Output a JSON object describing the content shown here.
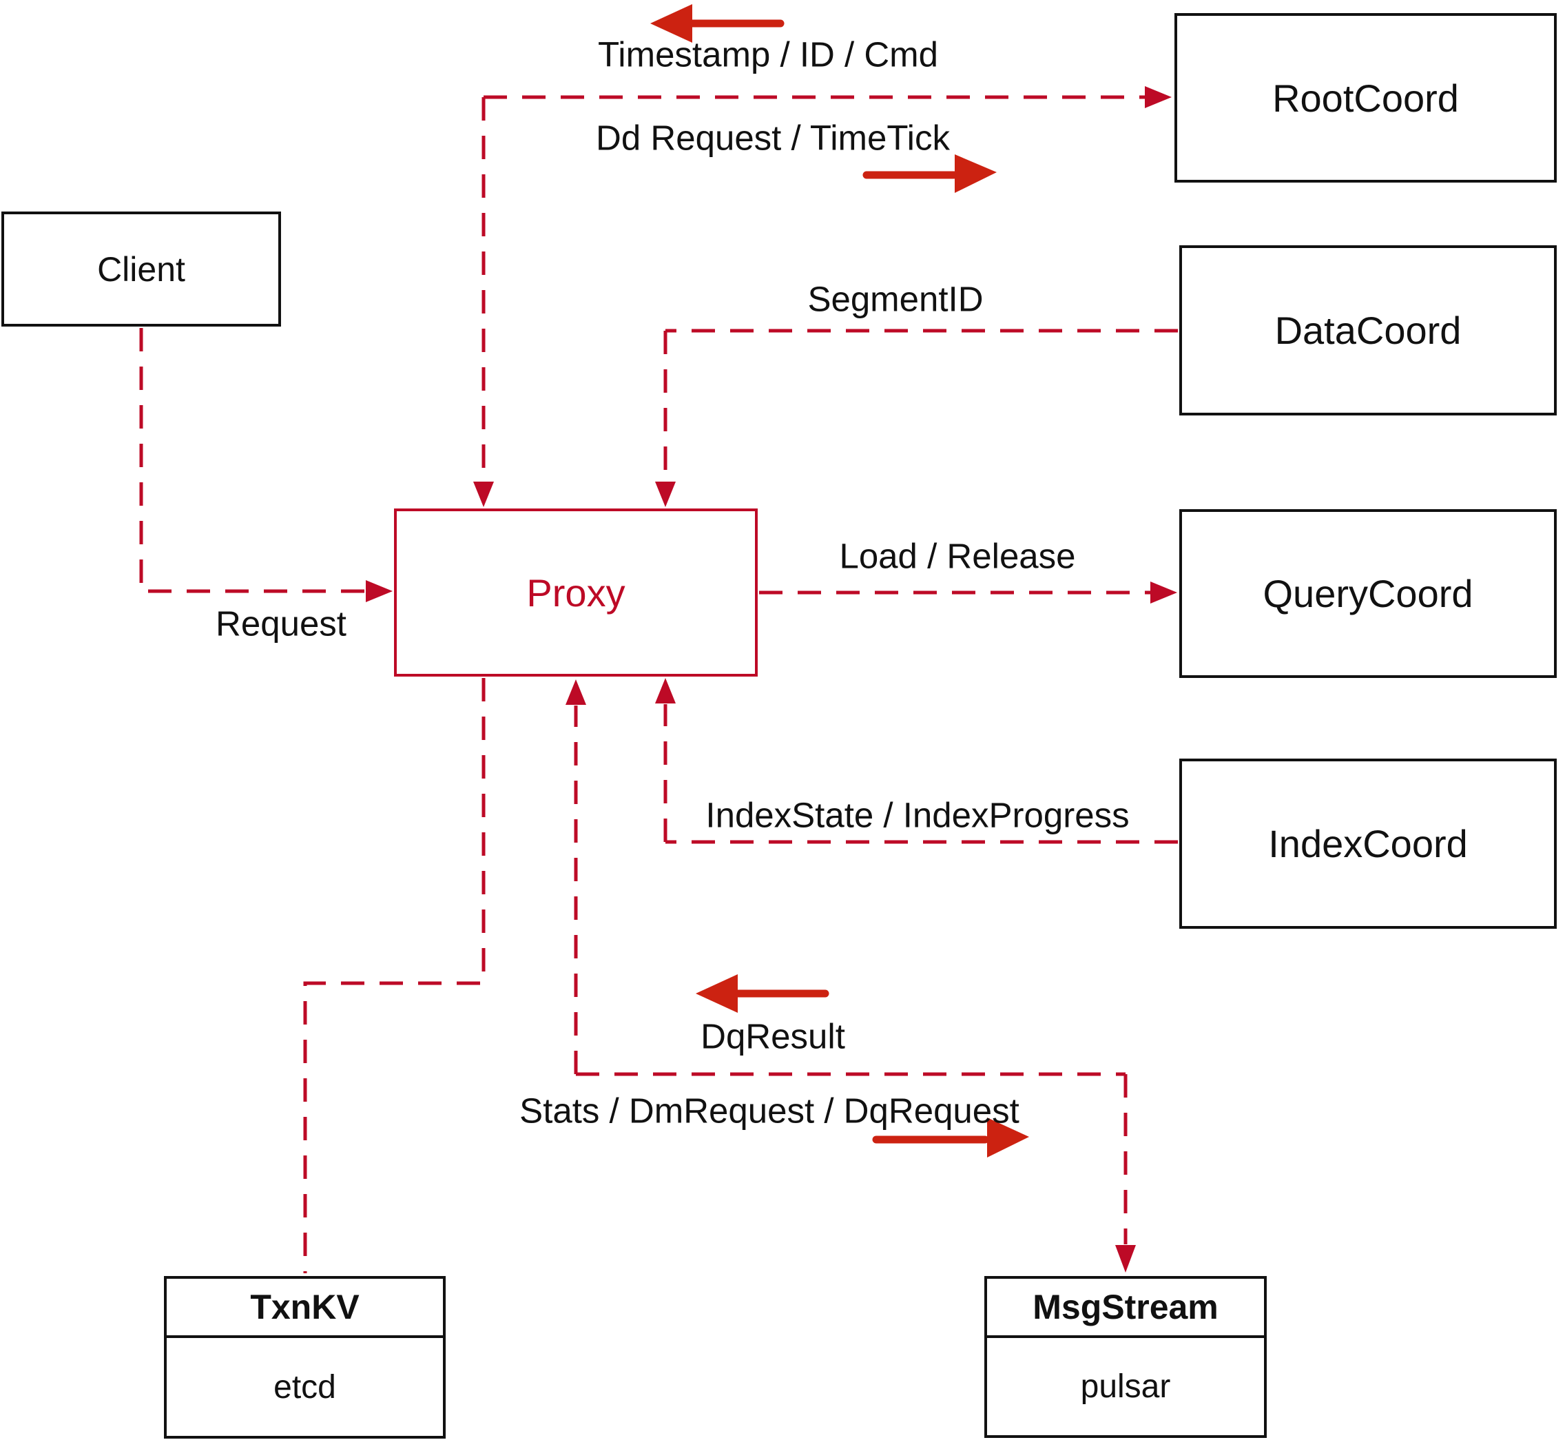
{
  "diagram": {
    "title": "proxy-coordinator-architecture",
    "colors": {
      "dashed_line_red": "#bd0a26",
      "solid_arrow_red": "#cc2211",
      "box_border_black": "#111111",
      "background": "#ffffff"
    },
    "nodes": {
      "client": {
        "label": "Client"
      },
      "proxy": {
        "label": "Proxy"
      },
      "root_coord": {
        "label": "RootCoord"
      },
      "data_coord": {
        "label": "DataCoord"
      },
      "query_coord": {
        "label": "QueryCoord"
      },
      "index_coord": {
        "label": "IndexCoord"
      },
      "txn_kv": {
        "title": "TxnKV",
        "subtitle": "etcd"
      },
      "msg_stream": {
        "title": "MsgStream",
        "subtitle": "pulsar"
      }
    },
    "edge_labels": {
      "timestamp_id_cmd": "Timestamp / ID / Cmd",
      "dd_request_timetick": "Dd Request / TimeTick",
      "segment_id": "SegmentID",
      "request": "Request",
      "load_release": "Load / Release",
      "index_state_progress": "IndexState / IndexProgress",
      "dq_result": "DqResult",
      "stats_dm_dq_request": "Stats / DmRequest / DqRequest"
    }
  }
}
